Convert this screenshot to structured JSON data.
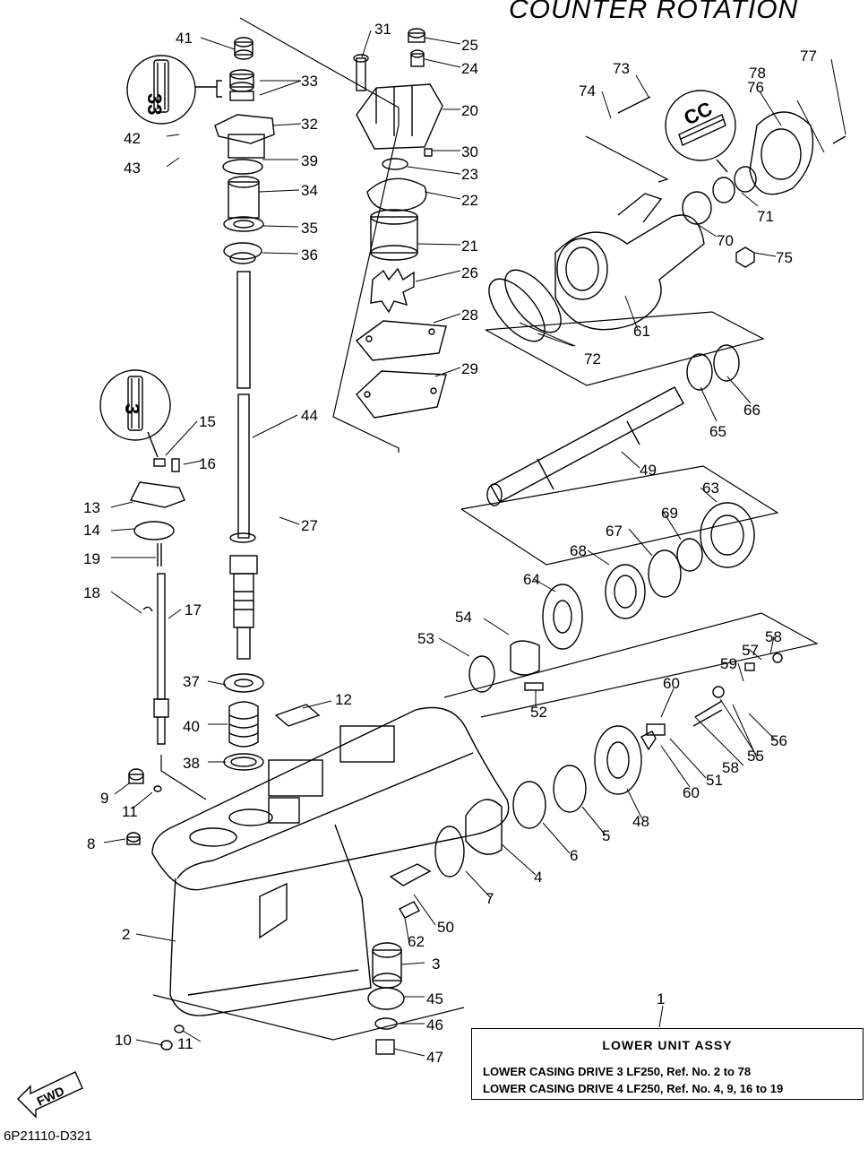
{
  "title": "COUNTER ROTATION",
  "drawing_code": "6P21110-D321",
  "fwd_label": "FWD",
  "callouts": {
    "c_33": "33",
    "c_3": "3",
    "c_cc": "CC"
  },
  "assembly": {
    "number": "1",
    "name": "LOWER UNIT ASSY",
    "rows": [
      "LOWER CASING DRIVE 3 LF250,   Ref. No. 2 to 78",
      "LOWER CASING DRIVE 4 LF250,   Ref. No. 4, 9, 16 to 19"
    ]
  },
  "part_labels": [
    "41",
    "33",
    "32",
    "42",
    "43",
    "39",
    "34",
    "35",
    "36",
    "31",
    "25",
    "24",
    "20",
    "30",
    "23",
    "22",
    "21",
    "26",
    "28",
    "29",
    "73",
    "74",
    "78",
    "77",
    "76",
    "71",
    "70",
    "75",
    "61",
    "72",
    "66",
    "65",
    "44",
    "15",
    "16",
    "13",
    "14",
    "19",
    "18",
    "17",
    "27",
    "49",
    "63",
    "69",
    "67",
    "68",
    "64",
    "54",
    "53",
    "37",
    "12",
    "40",
    "38",
    "52",
    "58",
    "57",
    "59",
    "60",
    "56",
    "55",
    "51",
    "48",
    "9",
    "11",
    "8",
    "5",
    "6",
    "4",
    "7",
    "50",
    "62",
    "2",
    "3",
    "45",
    "46",
    "47",
    "10"
  ],
  "colors": {
    "ink": "#000000",
    "paper": "#ffffff"
  }
}
